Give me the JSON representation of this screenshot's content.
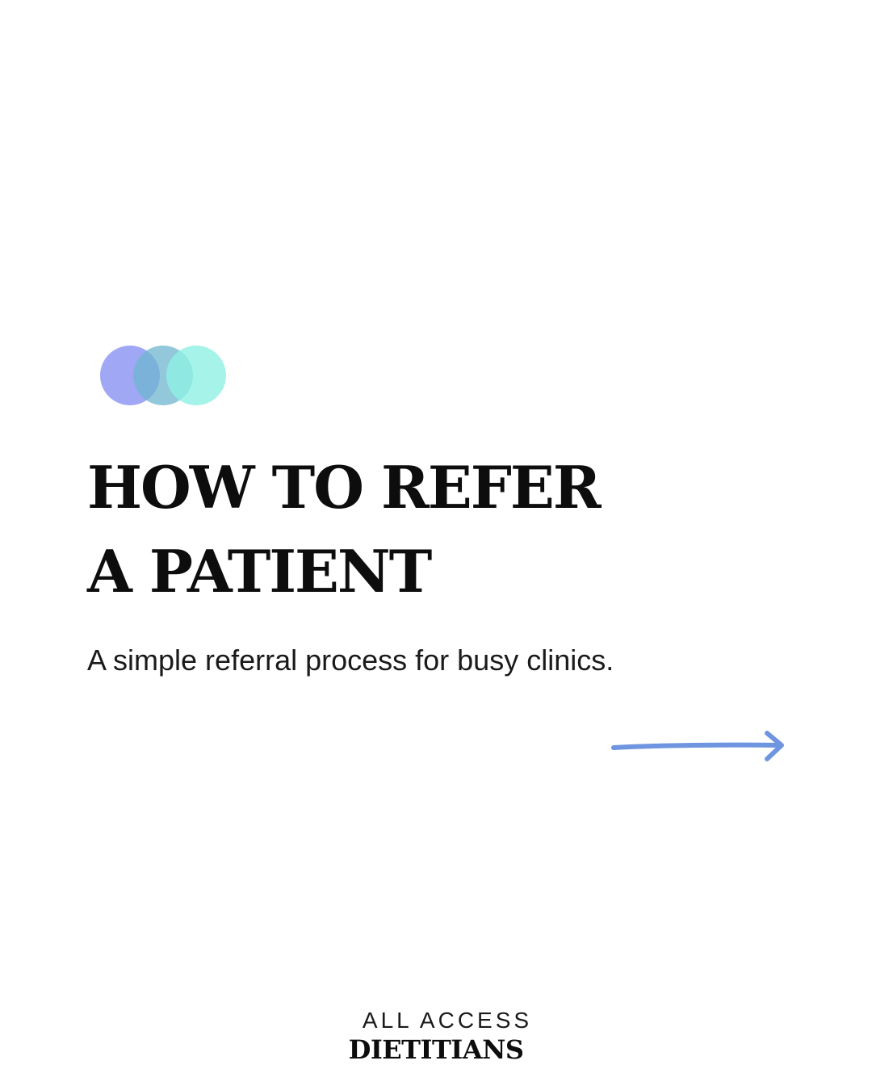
{
  "colors": {
    "circle_left": "#8f99f5",
    "circle_middle": "#7cc3d8",
    "circle_right": "#8ff0e4",
    "arrow": "#6f95e0",
    "text": "#0d0d0d"
  },
  "decor": {
    "mark_icon": "overlapping-circles-icon",
    "arrow_icon": "arrow-right-icon"
  },
  "title": {
    "line1": "HOW TO REFER",
    "line2": "A PATIENT"
  },
  "subtitle": "A simple referral process for busy clinics.",
  "brand": {
    "top": "ALL ACCESS",
    "bottom": "DIETITIANS"
  }
}
